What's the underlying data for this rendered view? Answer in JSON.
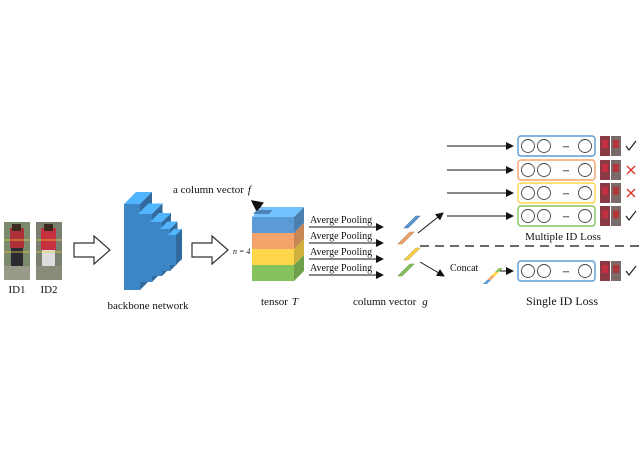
{
  "labels": {
    "id1": "ID1",
    "id2": "ID2",
    "backbone": "backbone network",
    "column_vector_f_prefix": "a column vector",
    "column_vector_f_var": "f",
    "n_label": "n = 4",
    "tensor_prefix": "tensor",
    "tensor_var": "T",
    "pooling": [
      "Averge Pooling",
      "Averge Pooling",
      "Averge Pooling",
      "Averge Pooling"
    ],
    "column_g_prefix": "column vector",
    "column_g_var": "g",
    "concat": "Concat",
    "multiple_loss": "Multiple ID Loss",
    "single_loss": "Single ID Loss",
    "ellipsis": "•••"
  },
  "colors": {
    "blue": "#5b9bd5",
    "orange": "#f4a46a",
    "yellow": "#ffd54a",
    "green": "#86c35c",
    "backbone": "#3d86c6",
    "cross": "#e0312b",
    "check": "#222222"
  },
  "loss_rows": [
    {
      "color": "blue",
      "result": "check"
    },
    {
      "color": "orange",
      "result": "cross"
    },
    {
      "color": "yellow",
      "result": "cross"
    },
    {
      "color": "green",
      "result": "check"
    }
  ],
  "single_row": {
    "color": "blue",
    "result": "check"
  }
}
